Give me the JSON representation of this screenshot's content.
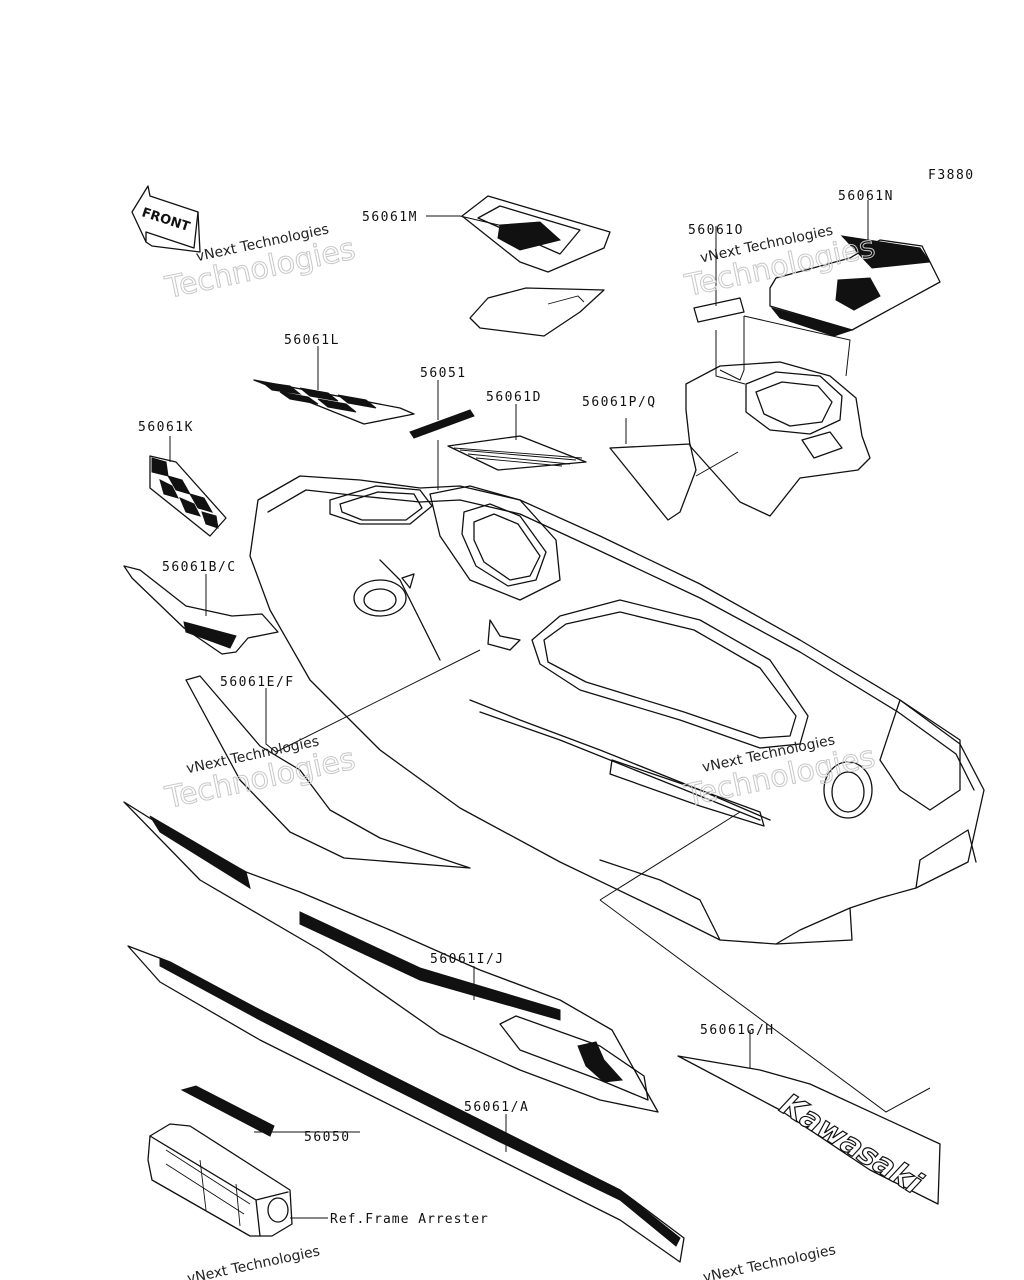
{
  "figure_code": "F3880",
  "front_arrow_label": "FRONT",
  "labels": {
    "m": "56061M",
    "n": "56061N",
    "o": "56061O",
    "l": "56061L",
    "p51": "56051",
    "d": "56061D",
    "pq": "56061P/Q",
    "k": "56061K",
    "bc": "56061B/C",
    "ef": "56061E/F",
    "ij": "56061I/J",
    "gh": "56061G/H",
    "a": "56061/A",
    "p50": "56050"
  },
  "reference_text": "Ref.Frame Arrester",
  "decal_text": "Kawasaki",
  "watermarks": {
    "line1": "vNext Technologies",
    "line2": "Technologies"
  }
}
